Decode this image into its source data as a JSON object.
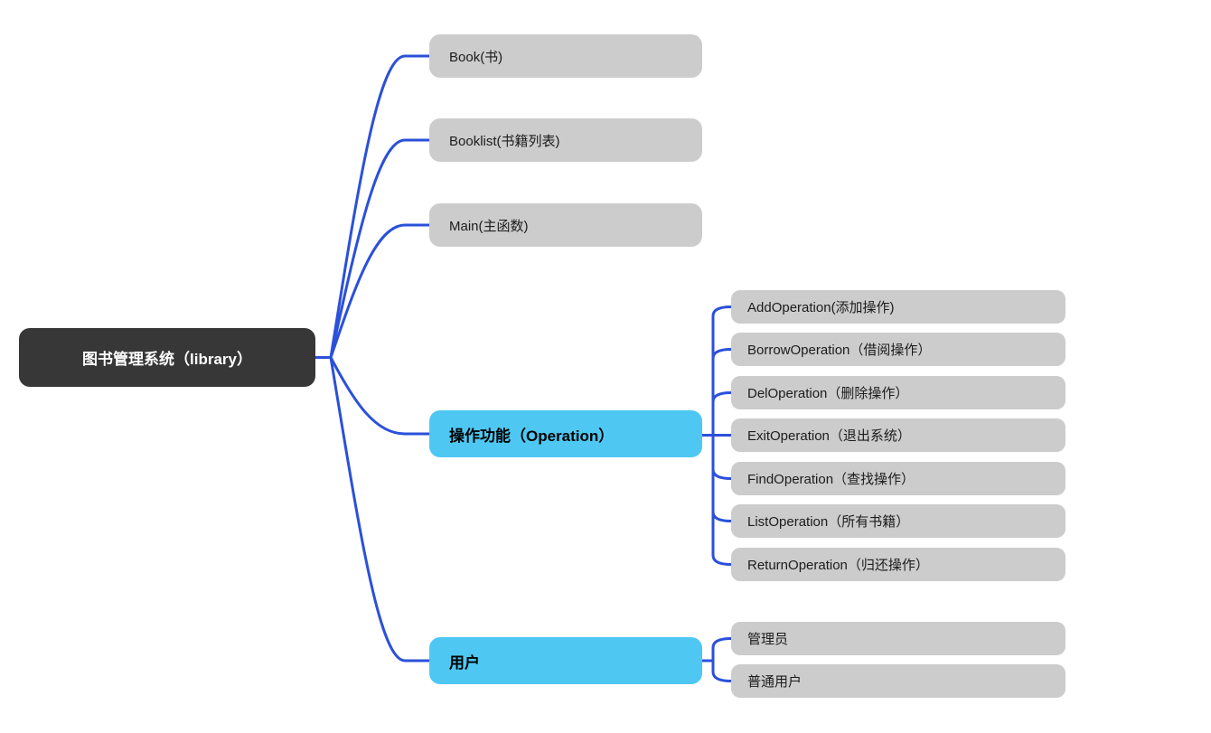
{
  "diagram_title": "图书管理系统（library）",
  "nodes": {
    "root": "图书管理系统（library）",
    "book": "Book(书)",
    "booklist": "Booklist(书籍列表)",
    "main": "Main(主函数)",
    "operation": "操作功能（Operation）",
    "user": "用户",
    "add": "AddOperation(添加操作)",
    "borrow": "BorrowOperation（借阅操作）",
    "del": "DelOperation（删除操作）",
    "exit": "ExitOperation（退出系统）",
    "find": "FindOperation（查找操作）",
    "list": "ListOperation（所有书籍）",
    "return": "ReturnOperation（归还操作）",
    "admin": "管理员",
    "normal": "普通用户"
  },
  "structure": {
    "root": "图书管理系统（library）",
    "children": [
      {
        "label": "Book(书)",
        "children": []
      },
      {
        "label": "Booklist(书籍列表)",
        "children": []
      },
      {
        "label": "Main(主函数)",
        "children": []
      },
      {
        "label": "操作功能（Operation）",
        "highlighted": true,
        "children": [
          "AddOperation(添加操作)",
          "BorrowOperation（借阅操作）",
          "DelOperation（删除操作）",
          "ExitOperation（退出系统）",
          "FindOperation（查找操作）",
          "ListOperation（所有书籍）",
          "ReturnOperation（归还操作）"
        ]
      },
      {
        "label": "用户",
        "highlighted": true,
        "children": [
          "管理员",
          "普通用户"
        ]
      }
    ]
  },
  "colors": {
    "connector": "#2b50d9",
    "root_bg": "#373737",
    "root_text": "#ffffff",
    "branch_bg": "#cccccc",
    "highlight_bg": "#4ec8f3",
    "text": "#1c1c1c",
    "background": "#ffffff"
  }
}
